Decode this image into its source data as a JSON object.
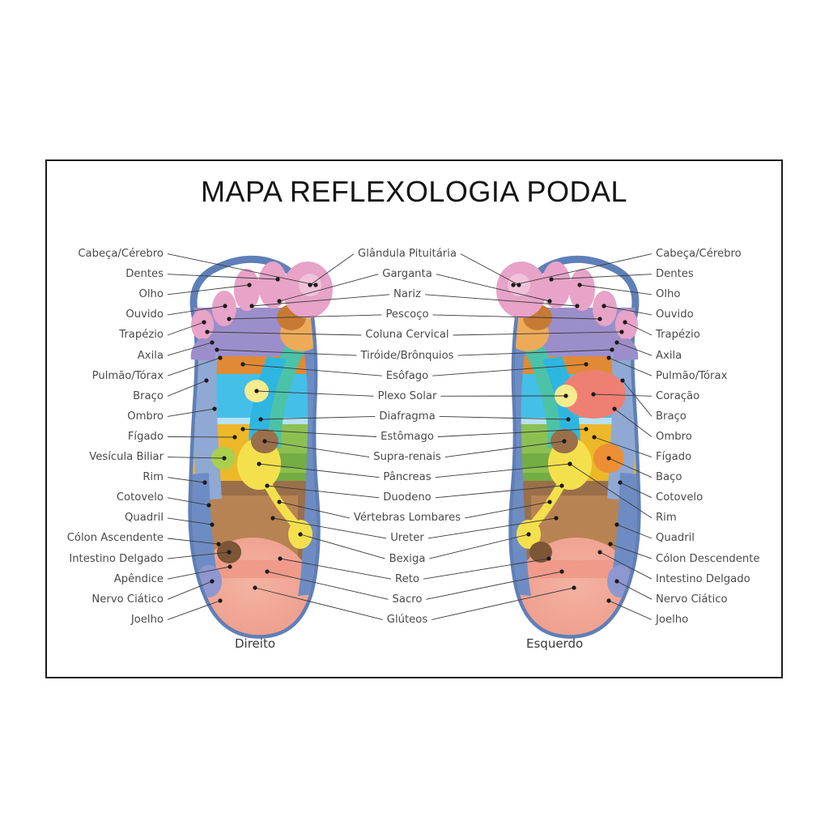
{
  "page": {
    "title": "MAPA REFLEXOLOGIA PODAL",
    "background": "#ffffff",
    "border_color": "#1b1b1b"
  },
  "feet": {
    "left_caption": "Direito",
    "right_caption": "Esquerdo"
  },
  "labels": {
    "left_column": [
      "Cabeça/Cérebro",
      "Dentes",
      "Olho",
      "Ouvido",
      "Trapézio",
      "Axila",
      "Pulmão/Tórax",
      "Braço",
      "Ombro",
      "Fígado",
      "Vesícula Biliar",
      "Rim",
      "Cotovelo",
      "Quadril",
      "Cólon Ascendente",
      "Intestino Delgado",
      "Apêndice",
      "Nervo Ciático",
      "Joelho"
    ],
    "center_column": [
      "Glândula Pituitária",
      "Garganta",
      "Nariz",
      "Pescoço",
      "Coluna Cervical",
      "Tiróide/Brônquios",
      "Esôfago",
      "Plexo Solar",
      "Diafragma",
      "Estômago",
      "Supra-renais",
      "Pâncreas",
      "Duodeno",
      "Vértebras Lombares",
      "Ureter",
      "Bexiga",
      "Reto",
      "Sacro",
      "Glúteos"
    ],
    "right_column": [
      "Cabeça/Cérebro",
      "Dentes",
      "Olho",
      "Ouvido",
      "Trapézio",
      "Axila",
      "Pulmão/Tórax",
      "Coração",
      "Braço",
      "Ombro",
      "Fígado",
      "Baço",
      "Cotovelo",
      "Rim",
      "Quadril",
      "Cólon Descendente",
      "Intestino Delgado",
      "Nervo Ciático",
      "Joelho"
    ]
  },
  "colors": {
    "toe_pink": "#e7a3c8",
    "toe_pink_light": "#f0c2da",
    "purple": "#9c8ecb",
    "orange": "#e08a35",
    "orange_light": "#edab5a",
    "cyan": "#44bfe8",
    "cyan_light": "#b6e2f2",
    "teal": "#4cc2a8",
    "blue_outline": "#5f7fb8",
    "blue_mid": "#8fa9d4",
    "gold": "#edb829",
    "green": "#8cc152",
    "green_dark": "#74ad43",
    "brown": "#9a6f4a",
    "brown_dark": "#7c5636",
    "brown_light": "#b88352",
    "yellow": "#f4e04d",
    "salmon": "#f09a8a",
    "salmon_light": "#f3b3a3",
    "red": "#ef7f72",
    "periwinkle": "#8f97d1"
  }
}
